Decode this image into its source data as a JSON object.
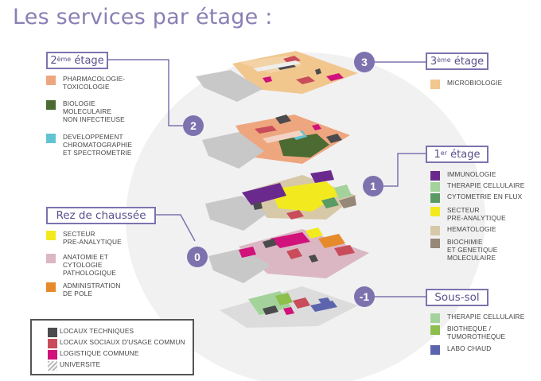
{
  "title": "Les services par étage :",
  "levels": {
    "etage2": {
      "title_num": "2",
      "title_sup": "ème",
      "title_rest": " étage",
      "badge": "2"
    },
    "etage3": {
      "title_num": "3",
      "title_sup": "ème",
      "title_rest": " étage",
      "badge": "3"
    },
    "etage1": {
      "title_num": "1",
      "title_sup": "er",
      "title_rest": " étage",
      "badge": "1"
    },
    "rdc": {
      "title": "Rez de chaussée",
      "badge": "0"
    },
    "soussol": {
      "title": "Sous-sol",
      "badge": "-1"
    }
  },
  "legend": {
    "etage2": [
      {
        "label": "PHARMACOLOGIE-\nTOXICOLOGIE",
        "color": "#eea67f"
      },
      {
        "label": "BIOLOGIE\nMOLECULAIRE\nNON INFECTIEUSE",
        "color": "#4c6b33"
      },
      {
        "label": "DEVELOPPEMENT\nCHROMATOGRAPHIE\nET SPECTROMETRIE",
        "color": "#62c3d3"
      }
    ],
    "etage3": [
      {
        "label": "MICROBIOLOGIE",
        "color": "#f1c78e"
      }
    ],
    "etage1": [
      {
        "label": "IMMUNOLOGIE",
        "color": "#6a2a8d"
      },
      {
        "label": "THERAPIE CELLULAIRE",
        "color": "#a3d39a"
      },
      {
        "label": "CYTOMETRIE EN FLUX",
        "color": "#5a9a63"
      },
      {
        "label": "SECTEUR\nPRE-ANALYTIQUE",
        "color": "#f2ea1f"
      },
      {
        "label": "HEMATOLOGIE",
        "color": "#d7c8a8"
      },
      {
        "label": "BIOCHIMIE\nET GENETIQUE\nMOLECULAIRE",
        "color": "#978778"
      }
    ],
    "rdc": [
      {
        "label": "SECTEUR\nPRE-ANALYTIQUE",
        "color": "#f2ea1f"
      },
      {
        "label": "ANATOMIE ET\nCYTOLOGIE\nPATHOLOGIQUE",
        "color": "#dbb7c4"
      },
      {
        "label": "ADMINISTRATION\nDE POLE",
        "color": "#e78a2c"
      }
    ],
    "soussol": [
      {
        "label": "THERAPIE CELLULAIRE",
        "color": "#a3d39a"
      },
      {
        "label": "BIOTHEQUE /\nTUMOROTHEQUE",
        "color": "#8cbf4b"
      },
      {
        "label": "LABO CHAUD",
        "color": "#5b64ad"
      }
    ],
    "common": [
      {
        "label": "LOCAUX TECHNIQUES",
        "color": "#4b4b4d"
      },
      {
        "label": "LOCAUX SOCIAUX D'USAGE COMMUN",
        "color": "#c94c5b"
      },
      {
        "label": "LOGISTIQUE COMMUNE",
        "color": "#d1127b"
      },
      {
        "label": "UNIVERSITE",
        "color": "#b9b9b9"
      }
    ]
  }
}
